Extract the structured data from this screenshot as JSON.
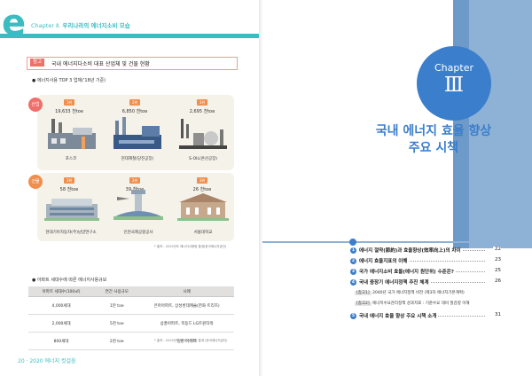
{
  "left": {
    "header_letter": "e",
    "chapter_label": "Chapter Ⅱ.",
    "chapter_title": "우리나라의 에너지소비 모습",
    "section_tag": "참고",
    "section_title": "국내 에너지다소비 대표 산업체 및 건물 현황",
    "bullet_top3": "에너지사용 TOP 3 업체('18년 기준)",
    "industry": {
      "label": "산업",
      "items": [
        {
          "rank": "1위",
          "value": "19,633 천toe",
          "name": "포스코"
        },
        {
          "rank": "2위",
          "value": "6,850 천toe",
          "name": "현대제철(당진공장)"
        },
        {
          "rank": "3위",
          "value": "2,695 천toe",
          "name": "S-OIL(온산공장)"
        }
      ]
    },
    "building": {
      "label": "건물",
      "items": [
        {
          "rank": "1위",
          "value": "58 천toe",
          "name": "현대기아자동차(주)남양연구소"
        },
        {
          "rank": "2위",
          "value": "39 천toe",
          "name": "인천국제공항공사"
        },
        {
          "rank": "3위",
          "value": "26 천toe",
          "name": "서울대학교"
        }
      ]
    },
    "source1": "* 출처 : 2019년도 에너지사용량 통계(한국에너지공단)",
    "bullet_apt": "아파트 세대수에 따른 에너지사용규모",
    "table": {
      "headers": [
        "아파트 세대수(100㎡)",
        "연간 사용규모",
        "사례"
      ],
      "rows": [
        [
          "4,000세대",
          "1만 toe",
          "은마아파트, 상성롯데캐슬(한화 트리즈)"
        ],
        [
          "2,000세대",
          "5천 toe",
          "삼풍아파트, 목동드 LG트윈타워"
        ],
        [
          "800세대",
          "2천 toe",
          "일반 아파트"
        ]
      ]
    },
    "source2": "* 출처 : 2019년도 에너지사용량 통계 (한국에너지공단)",
    "footer": "20 · 2020 에너지 컷걸음"
  },
  "right": {
    "chapter_word": "Chapter",
    "chapter_num": "Ⅲ",
    "title_line1": "국내 에너지 효율 향상",
    "title_line2": "주요 시책",
    "toc": [
      {
        "num": "1",
        "text": "에너지 절약(節約)과 효율향상(效率向上)의 차이",
        "page": "22"
      },
      {
        "num": "2",
        "text": "에너지 효율지표의 이해",
        "page": "23"
      },
      {
        "num": "3",
        "text": "국가 에너지소비 효율(에너지 원단위) 수준은?",
        "page": "25"
      },
      {
        "num": "4",
        "text": "국내 중장기 에너지정책 추진 체계",
        "page": "26"
      },
      {
        "num": "5",
        "text": "국내 에너지 효율 향상 주요 시책 소개",
        "page": "31"
      }
    ],
    "subs": [
      {
        "tag": "[참고1]",
        "text": "2040년 국가 에너지정책 비전 (제3차 에너지기본계획)"
      },
      {
        "tag": "[참고2]",
        "text": "에너지수요관리정책 성과지표 : 기준수요 대비 절감량 이해"
      }
    ]
  },
  "colors": {
    "teal": "#3bbcc0",
    "blue": "#3b7ecb",
    "coral": "#ef6f6b",
    "orange": "#f08f4d"
  }
}
